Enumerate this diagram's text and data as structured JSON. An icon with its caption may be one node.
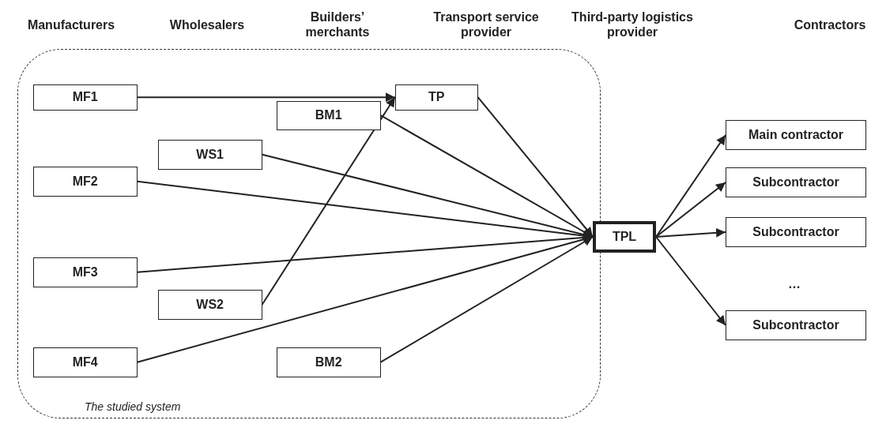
{
  "diagram": {
    "nodes": [
      {
        "text": [
          "The studied system"
        ]
      },
      {
        "text": [
          "MF1"
        ],
        "in": 0
      },
      {
        "text": [
          "TP"
        ],
        "in": 0
      },
      {
        "text": [
          "BM1"
        ],
        "in": 0
      },
      {
        "text": [
          "WS1"
        ],
        "in": 0
      },
      {
        "text": [
          "MF2"
        ],
        "in": 0
      },
      {
        "text": [
          "TPL"
        ]
      },
      {
        "text": [
          "MF3"
        ],
        "in": 0
      },
      {
        "text": [
          "WS2"
        ],
        "in": 0
      },
      {
        "text": [
          "MF4"
        ],
        "in": 0
      },
      {
        "text": [
          "BM2"
        ],
        "in": 0
      },
      {
        "text": [
          "Main contractor"
        ]
      },
      {
        "text": [
          "Subcontractor"
        ]
      },
      {
        "text": [
          "Subcontractor"
        ]
      },
      {
        "text": [
          "Subcontractor"
        ]
      }
    ],
    "edges": [
      {
        "from": 1,
        "to": 2,
        "arrow": "to"
      },
      {
        "from": 8,
        "to": 2,
        "arrow": "to"
      },
      {
        "from": 2,
        "to": 6,
        "arrow": "to"
      },
      {
        "from": 3,
        "to": 6,
        "arrow": "to"
      },
      {
        "from": 4,
        "to": 6,
        "arrow": "to"
      },
      {
        "from": 5,
        "to": 6,
        "arrow": "to"
      },
      {
        "from": 7,
        "to": 6,
        "arrow": "to"
      },
      {
        "from": 9,
        "to": 6,
        "arrow": "to"
      },
      {
        "from": 10,
        "to": 6,
        "arrow": "to"
      },
      {
        "from": 6,
        "to": 11,
        "arrow": "to"
      },
      {
        "from": 6,
        "to": 12,
        "arrow": "to"
      },
      {
        "from": 6,
        "to": 13,
        "arrow": "to"
      },
      {
        "from": 6,
        "to": 14,
        "arrow": "to"
      }
    ],
    "labels": [
      "Manufacturers",
      "Wholesalers",
      "Builders’ merchants",
      "Transport service provider",
      "Third-party logistics provider",
      "Contractors",
      "…"
    ]
  }
}
